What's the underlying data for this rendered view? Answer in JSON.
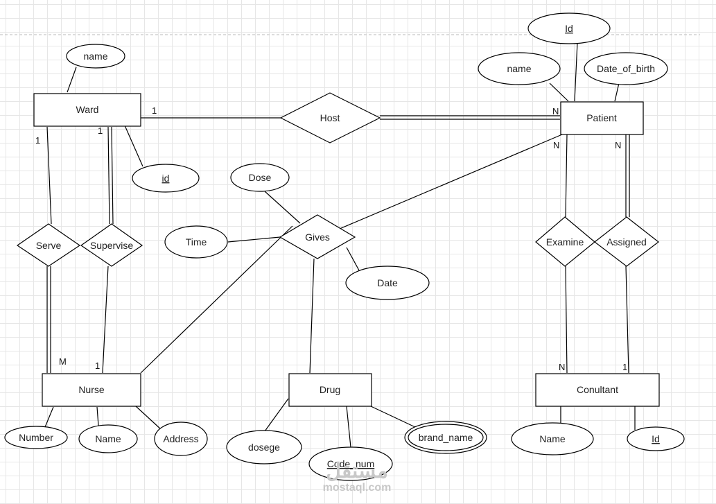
{
  "diagram": {
    "entities": {
      "ward": "Ward",
      "patient": "Patient",
      "nurse": "Nurse",
      "drug": "Drug",
      "consultant": "Conultant"
    },
    "relationships": {
      "host": "Host",
      "gives": "Gives",
      "serve": "Serve",
      "supervise": "Supervise",
      "examine": "Examine",
      "assigned": "Assigned"
    },
    "attributes": {
      "ward_name": "name",
      "ward_id": "id",
      "patient_id": "Id",
      "patient_name": "name",
      "patient_dob": "Date_of_birth",
      "gives_dose": "Dose",
      "gives_time": "Time",
      "gives_date": "Date",
      "nurse_number": "Number",
      "nurse_name": "Name",
      "nurse_address": "Address",
      "drug_dosege": "dosege",
      "drug_code": "Code_num",
      "drug_brand": "brand_name",
      "consultant_name": "Name",
      "consultant_id": "Id"
    },
    "cardinalities": {
      "ward_host": "1",
      "patient_host": "N",
      "ward_serve": "1",
      "ward_supervise": "1",
      "nurse_serve": "M",
      "nurse_supervise": "1",
      "patient_gives": "N",
      "patient_assigned": "N",
      "consultant_examine": "N",
      "consultant_assigned": "1"
    }
  },
  "watermark": {
    "brand": "مستقل",
    "site": "mostaql.com"
  }
}
